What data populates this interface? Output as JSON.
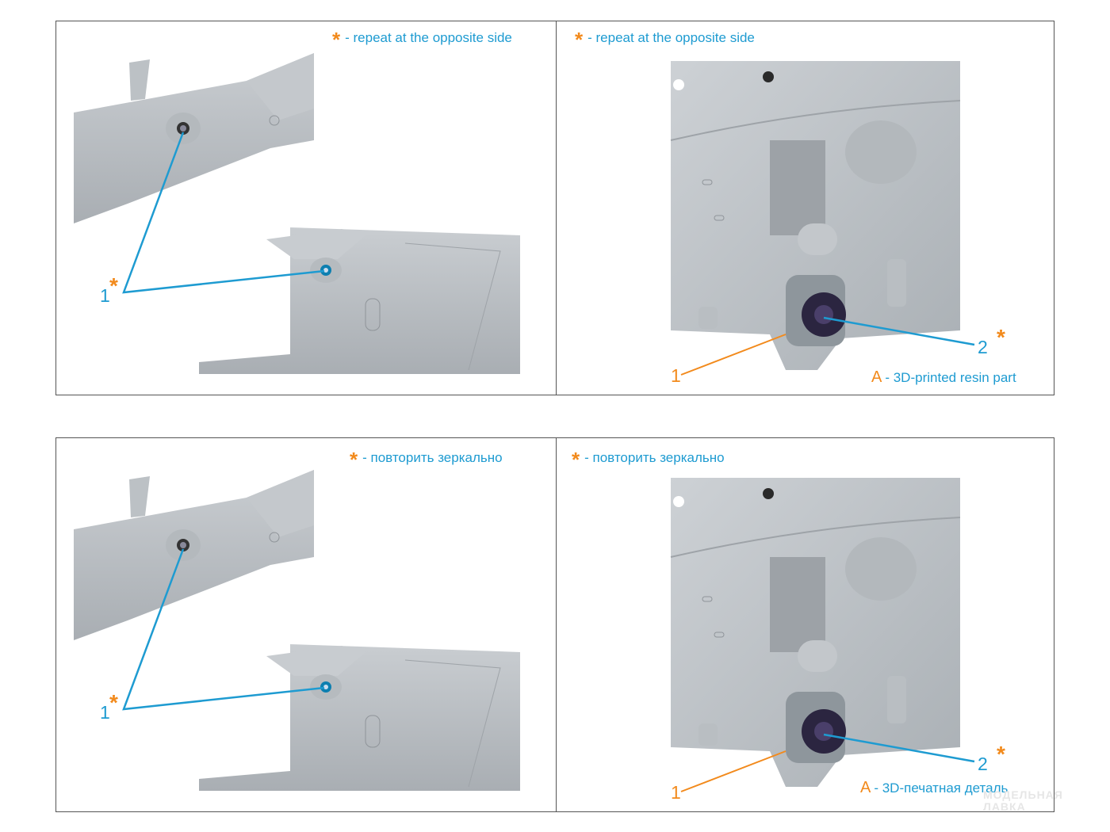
{
  "panels": [
    {
      "language": "en",
      "left": {
        "repeat_note": "- repeat at the opposite side",
        "callout": "1",
        "callout_star": "*"
      },
      "right": {
        "repeat_note": "- repeat at the opposite side",
        "callout_1": "1",
        "callout_2": "2",
        "callout_2_star": "*",
        "legend_letter": "A",
        "legend_text": "- 3D-printed resin part"
      }
    },
    {
      "language": "ru",
      "left": {
        "repeat_note": "- повторить зеркально",
        "callout": "1",
        "callout_star": "*"
      },
      "right": {
        "repeat_note": "- повторить зеркально",
        "callout_1": "1",
        "callout_2": "2",
        "callout_2_star": "*",
        "legend_letter": "A",
        "legend_text": "- 3D-печатная деталь"
      }
    }
  ],
  "star_symbol": "*",
  "watermark": "МОДЕЛЬНАЯ ЛАВКА",
  "colors": {
    "callout_blue": "#1e9bd1",
    "callout_orange": "#f28a1c",
    "part_grey": "#b9bec3",
    "border": "#555555"
  }
}
